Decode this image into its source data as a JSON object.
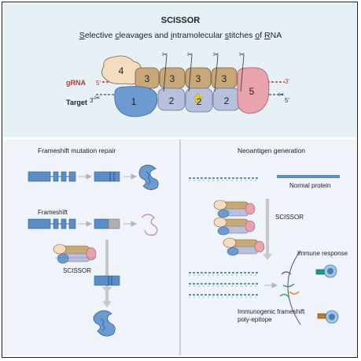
{
  "header": {
    "title": "SCISSOR",
    "subtitle_parts": [
      {
        "first": "S",
        "rest": "elective "
      },
      {
        "first": "c",
        "rest": "leavages and "
      },
      {
        "first": "i",
        "rest": "ntramolecular "
      },
      {
        "first": "s",
        "rest": "titches "
      },
      {
        "first": "o",
        "rest": "f "
      },
      {
        "first": "R",
        "rest": "NA"
      }
    ]
  },
  "schematic": {
    "grna_label": "gRNA",
    "target_label": "Target",
    "grna_5prime": "5'",
    "grna_3prime": "3'",
    "target_3prime": "3'",
    "target_5prime": "5'",
    "domains": [
      "4",
      "3",
      "3",
      "3",
      "3",
      "1",
      "2",
      "2",
      "2",
      "5"
    ],
    "colors": {
      "domain4": "#f3dcc0",
      "domain3": "#c9a877",
      "domain1": "#6b9bd0",
      "domain2": "#b7c0dc",
      "domain5": "#e8a3ad",
      "grna": "#c0392b"
    }
  },
  "left_panel": {
    "title": "Frameshift mutation repair",
    "frameshift_label": "Frameshift",
    "scissor_label": "SCISSOR"
  },
  "right_panel": {
    "title": "Neoantigen generation",
    "normal_protein_label": "Normal protein",
    "scissor_label": "SCISSOR",
    "immune_response_label": "Immune response",
    "epitope_label_line1": "Immunogenic frameshift",
    "epitope_label_line2": "poly-epitope"
  }
}
